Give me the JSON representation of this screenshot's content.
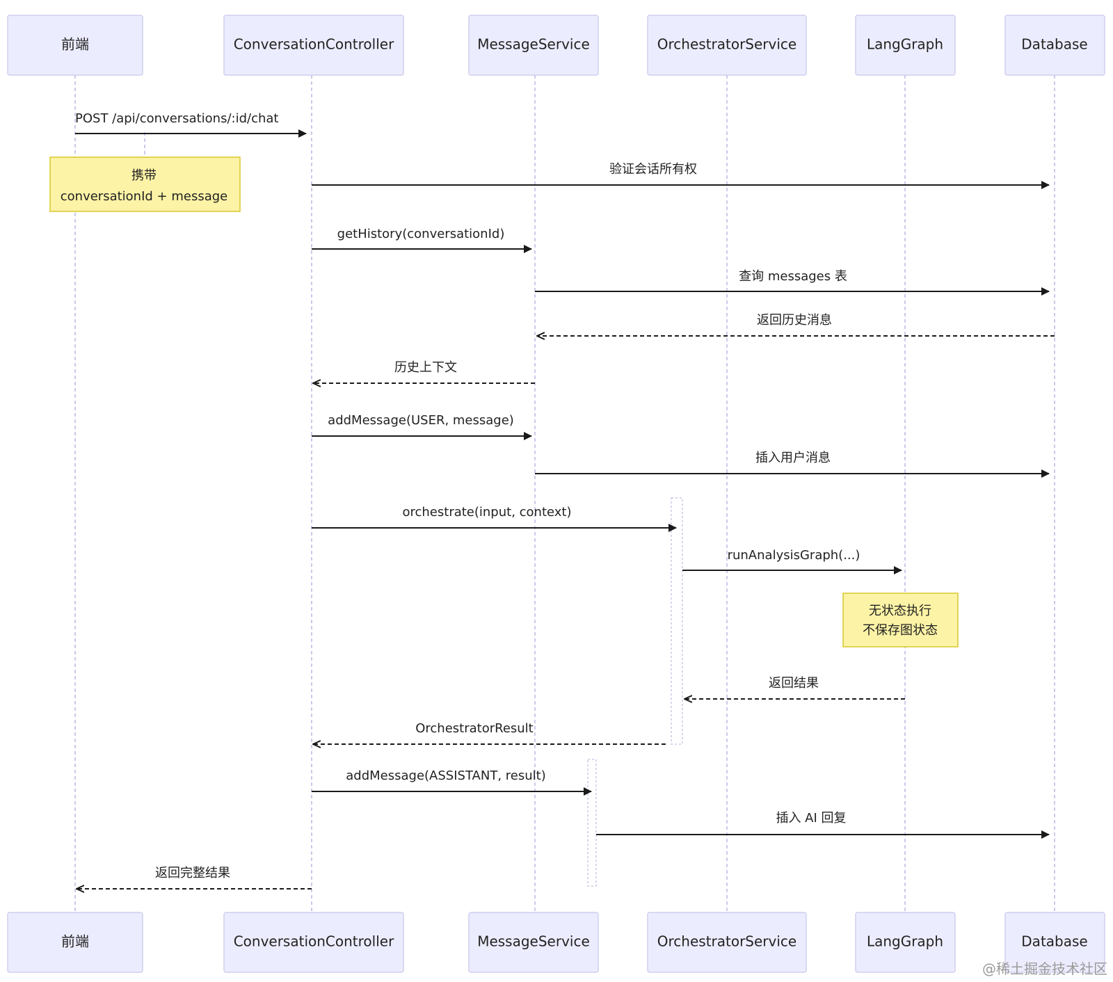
{
  "participants": [
    {
      "id": "frontend",
      "label": "前端"
    },
    {
      "id": "controller",
      "label": "ConversationController"
    },
    {
      "id": "message_service",
      "label": "MessageService"
    },
    {
      "id": "orchestrator",
      "label": "OrchestratorService"
    },
    {
      "id": "langgraph",
      "label": "LangGraph"
    },
    {
      "id": "database",
      "label": "Database"
    }
  ],
  "messages": [
    {
      "label": "POST /api/conversations/:id/chat",
      "from": "frontend",
      "to": "controller",
      "style": "solid"
    },
    {
      "label": "验证会话所有权",
      "from": "controller",
      "to": "database",
      "style": "solid"
    },
    {
      "label": "getHistory(conversationId)",
      "from": "controller",
      "to": "message_service",
      "style": "solid"
    },
    {
      "label": "查询 messages 表",
      "from": "message_service",
      "to": "database",
      "style": "solid"
    },
    {
      "label": "返回历史消息",
      "from": "database",
      "to": "message_service",
      "style": "dashed"
    },
    {
      "label": "历史上下文",
      "from": "message_service",
      "to": "controller",
      "style": "dashed"
    },
    {
      "label": "addMessage(USER, message)",
      "from": "controller",
      "to": "message_service",
      "style": "solid"
    },
    {
      "label": "插入用户消息",
      "from": "message_service",
      "to": "database",
      "style": "solid"
    },
    {
      "label": "orchestrate(input, context)",
      "from": "controller",
      "to": "orchestrator",
      "style": "solid"
    },
    {
      "label": "runAnalysisGraph(...)",
      "from": "orchestrator",
      "to": "langgraph",
      "style": "solid"
    },
    {
      "label": "返回结果",
      "from": "langgraph",
      "to": "orchestrator",
      "style": "dashed"
    },
    {
      "label": "OrchestratorResult",
      "from": "orchestrator",
      "to": "controller",
      "style": "dashed"
    },
    {
      "label": "addMessage(ASSISTANT, result)",
      "from": "controller",
      "to": "message_service",
      "style": "solid"
    },
    {
      "label": "插入 AI 回复",
      "from": "message_service",
      "to": "database",
      "style": "solid"
    },
    {
      "label": "返回完整结果",
      "from": "controller",
      "to": "frontend",
      "style": "dashed"
    }
  ],
  "notes": [
    {
      "lines": [
        "携带",
        "conversationId + message"
      ]
    },
    {
      "lines": [
        "无状态执行",
        "不保存图状态"
      ]
    }
  ],
  "watermark": "@稀土掘金技术社区",
  "colors": {
    "actor_fill": "#ececff",
    "actor_stroke": "#cfcfee",
    "lifeline": "#b9b9e6",
    "note_fill": "#fcf3a6",
    "note_stroke": "#d7c82e",
    "arrow": "#1a1a1a"
  }
}
